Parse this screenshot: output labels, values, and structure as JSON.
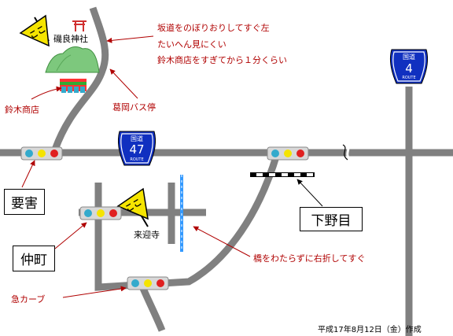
{
  "routes": {
    "national_47": {
      "header": "国道",
      "number": "47",
      "footer": "ROUTE"
    },
    "national_4": {
      "header": "国道",
      "number": "4",
      "footer": "ROUTE"
    }
  },
  "places": {
    "shrine": "磯良神社",
    "store": "鈴木商店",
    "bus_stop": "葛岡バス停",
    "temple": "来迎寺"
  },
  "intersections": {
    "kaname": "要害",
    "nakamachi": "仲町",
    "shimonome": "下野目"
  },
  "notes": {
    "directions_line1": "坂道をのぼりおりしてすぐ左",
    "directions_line2": "たいへん見にくい",
    "directions_line3": "鈴木商店をすぎてから１分くらい",
    "bridge_turn": "橋をわたらずに右折してすぐ",
    "sharp_curve": "急カーブ"
  },
  "signs": {
    "koko": "ここ"
  },
  "footer": {
    "created": "平成17年8月12日（金）作成"
  },
  "colors": {
    "road": "#808080",
    "annotation": "#b00000",
    "river": "#3399ff",
    "route_shield": "#1030c0",
    "hill": "#7dc87d",
    "sign": "#f5e400"
  }
}
